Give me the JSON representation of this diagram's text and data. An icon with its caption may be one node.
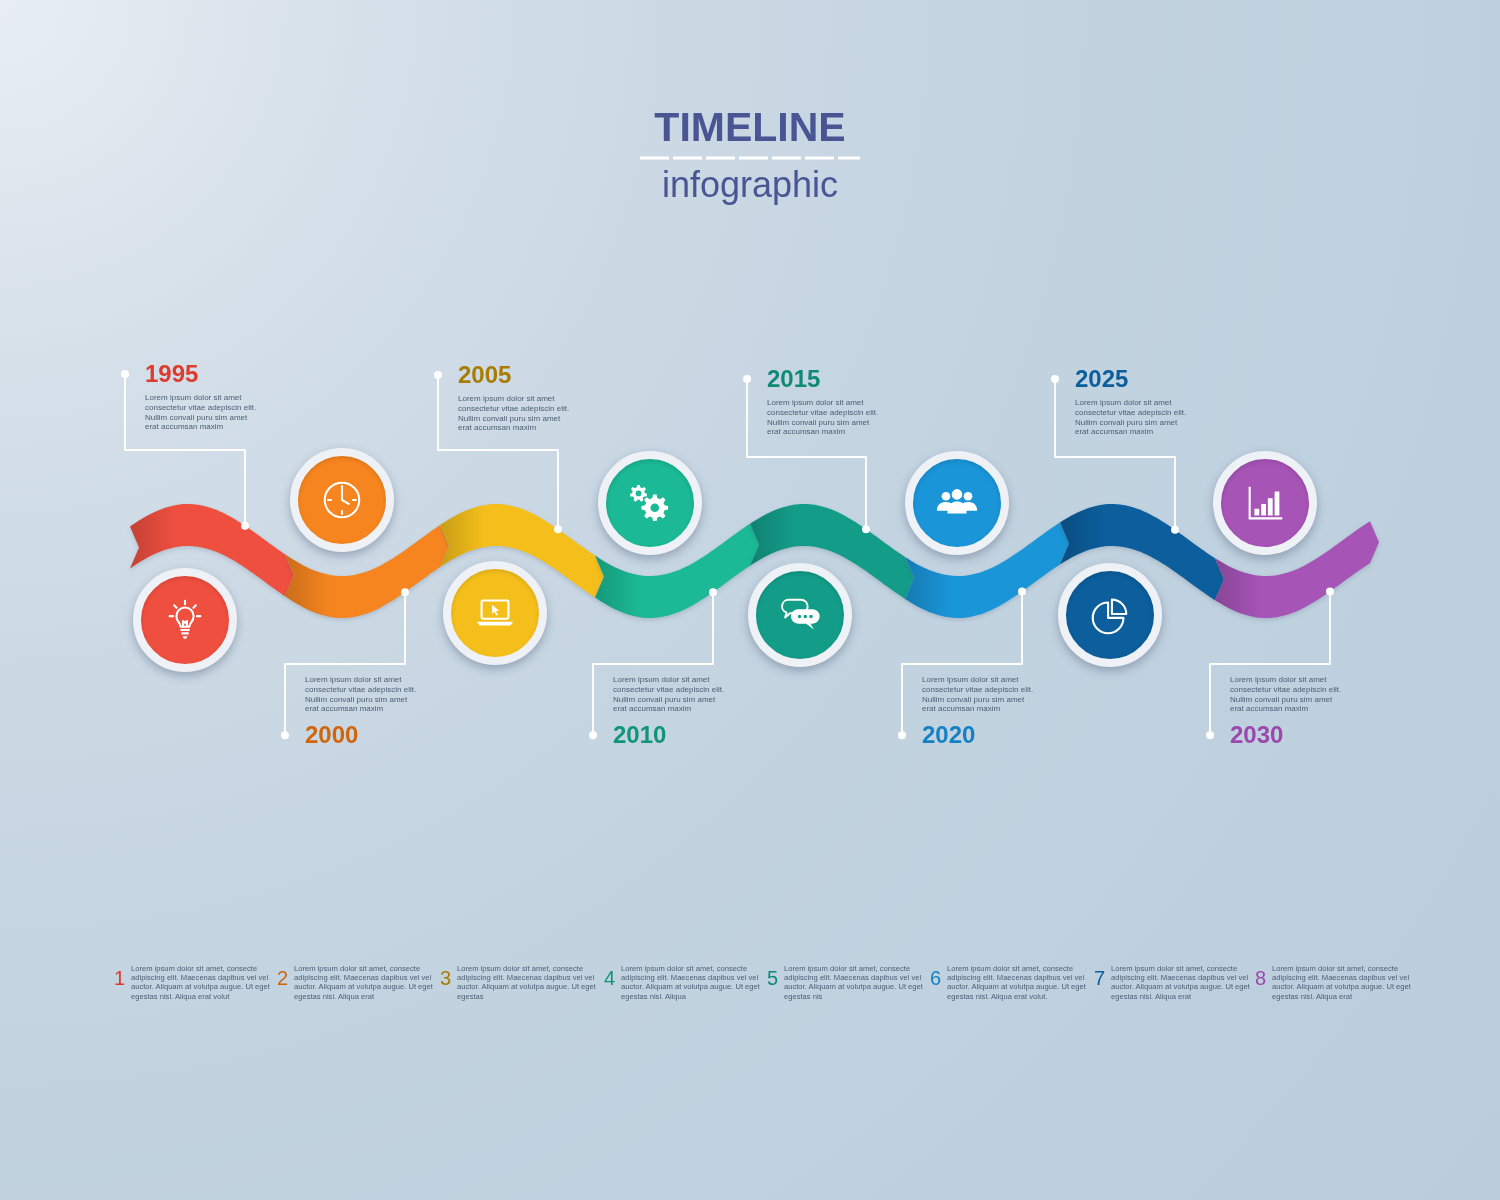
{
  "diagram": {
    "title": "TIMELINE",
    "nodes": [
      {
        "text": [
          "1995",
          "Lorem ipsum dolor sit amet consectetur vitae adepiscin elit. Nullim convali puru sim amet erat accumsan maxim"
        ]
      },
      {
        "text": [
          "Lorem ipsum dolor sit amet consectetur vitae adepiscin elit. Nullim convali puru sim amet erat accumsan maxim",
          "2000"
        ]
      },
      {
        "text": [
          "2005",
          "Lorem ipsum dolor sit amet consectetur vitae adepiscin elit. Nullim convali puru sim amet erat accumsan maxim"
        ]
      },
      {
        "text": [
          "Lorem ipsum dolor sit amet consectetur vitae adepiscin elit. Nullim convali puru sim amet erat accumsan maxim",
          "2010"
        ]
      },
      {
        "text": [
          "2015",
          "Lorem ipsum dolor sit amet consectetur vitae adepiscin elit. Nullim convali puru sim amet erat accumsan maxim"
        ]
      },
      {
        "text": [
          "Lorem ipsum dolor sit amet consectetur vitae adepiscin elit. Nullim convali puru sim amet erat accumsan maxim",
          "2020"
        ]
      },
      {
        "text": [
          "2025",
          "Lorem ipsum dolor sit amet consectetur vitae adepiscin elit. Nullim convali puru sim amet erat accumsan maxim"
        ]
      },
      {
        "text": [
          "Lorem ipsum dolor sit amet consectetur vitae adepiscin elit. Nullim convali puru sim amet erat accumsan maxim",
          "2030"
        ]
      },
      {
        "text": [],
        "shape": "ribbon"
      },
      {
        "text": [],
        "shape": "ribbon"
      },
      {
        "text": [],
        "shape": "ribbon"
      },
      {
        "text": [],
        "shape": "ribbon"
      },
      {
        "text": [],
        "shape": "ribbon"
      },
      {
        "text": [],
        "shape": "ribbon"
      },
      {
        "text": [],
        "shape": "ribbon"
      },
      {
        "text": [],
        "shape": "ribbon"
      },
      {
        "text": [],
        "shape": "circle"
      },
      {
        "text": [],
        "shape": "circle"
      },
      {
        "text": [],
        "shape": "circle"
      },
      {
        "text": [],
        "shape": "circle"
      },
      {
        "text": [],
        "shape": "circle"
      },
      {
        "text": [],
        "shape": "circle"
      },
      {
        "text": [],
        "shape": "circle"
      },
      {
        "text": [],
        "shape": "circle"
      }
    ],
    "edges": [
      {
        "from": 0,
        "to": 8,
        "arrow": "other"
      },
      {
        "from": 1,
        "to": 9,
        "arrow": "other"
      },
      {
        "from": 2,
        "to": 10,
        "arrow": "other"
      },
      {
        "from": 3,
        "to": 11,
        "arrow": "other"
      },
      {
        "from": 4,
        "to": 12,
        "arrow": "other"
      },
      {
        "from": 5,
        "to": 13,
        "arrow": "other"
      },
      {
        "from": 6,
        "to": 14,
        "arrow": "other"
      },
      {
        "from": 7,
        "to": 15,
        "arrow": "other"
      }
    ],
    "labels": [
      "infographic",
      "1",
      "Lorem ipsum dolor sit amet, consecte adipiscing elit. Maecenas dapibus vel vel auctor. Aliquam at volutpa augue. Ut eget egestas nisl. Aliqua erat volut",
      "2",
      "Lorem ipsum dolor sit amet, consecte adipiscing elit. Maecenas dapibus vel vel auctor. Aliquam at volutpa augue. Ut eget egestas nisl. Aliqua erat",
      "3",
      "Lorem ipsum dolor sit amet, consecte adipiscing elit. Maecenas dapibus vel vel auctor. Aliquam at volutpa augue. Ut eget egestas",
      "4",
      "Lorem ipsum dolor sit amet, consecte adipiscing elit. Maecenas dapibus vel vel auctor. Aliquam at volutpa augue. Ut eget egestas nisl. Aliqua",
      "5",
      "Lorem ipsum dolor sit amet, consecte adipiscing elit. Maecenas dapibus vel vel auctor. Aliquam at volutpa augue. Ut eget egestas nis",
      "6",
      "Lorem ipsum dolor sit amet, consecte adipiscing elit. Maecenas dapibus vel vel auctor. Aliquam at volutpa augue. Ut eget egestas nisl. Aliqua erat volut.",
      "7",
      "Lorem ipsum dolor sit amet, consecte adipiscing elit. Maecenas dapibus vel vel auctor. Aliquam at volutpa augue. Ut eget egestas nisl. Aliqua erat",
      "8",
      "Lorem ipsum dolor sit amet, consecte adipiscing elit. Maecenas dapibus vel vel auctor. Aliquam at volutpa augue. Ut eget egestas nisl. Aliqua erat"
    ]
  }
}
